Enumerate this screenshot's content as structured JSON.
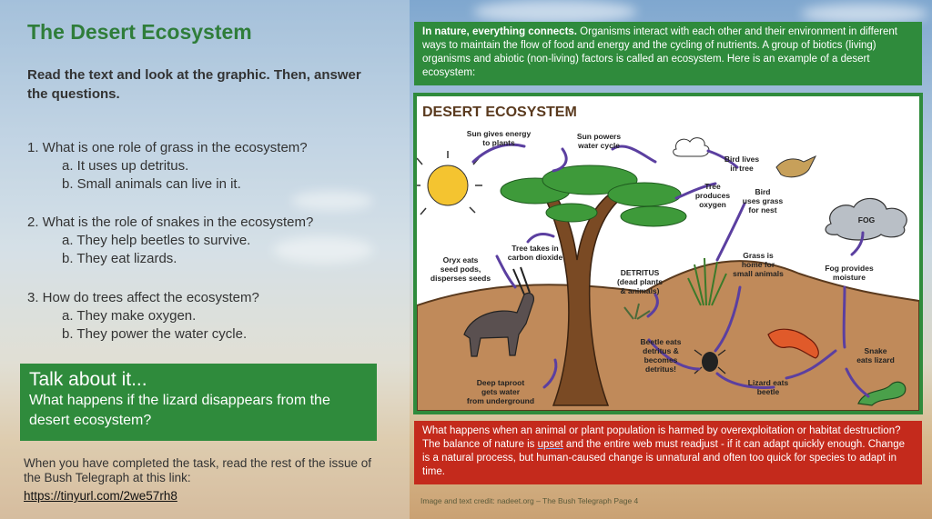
{
  "title": "The Desert Ecosystem",
  "instructions": "Read the text and look at the graphic. Then, answer the questions.",
  "questions": [
    {
      "q": "1. What is one role of grass in the ecosystem?",
      "a": "a. It uses up detritus.",
      "b": "b. Small animals can live in it."
    },
    {
      "q": "2. What is the role of snakes in the ecosystem?",
      "a": "a. They help beetles to survive.",
      "b": "b. They eat lizards."
    },
    {
      "q": "3. How do trees affect the ecosystem?",
      "a": "a. They make oxygen.",
      "b": "b. They power the water cycle."
    }
  ],
  "talk": {
    "heading": "Talk about it...",
    "body": "What happens if the lizard disappears from the desert ecosystem?"
  },
  "footer": {
    "text": "When you have completed the task, read the rest of the issue of the Bush Telegraph at this link:",
    "link": "https://tinyurl.com/2we57rh8"
  },
  "intro": {
    "lead": "In nature, everything connects.",
    "body": " Organisms interact with each other and their environment in different ways to maintain the flow of food and energy and the cycling of nutrients. A group of biotics (living) organisms and abiotic (non-living) factors is called an ecosystem. Here is an example of a desert ecosystem:"
  },
  "diagram": {
    "title": "DESERT ECOSYSTEM",
    "labels": {
      "sun_energy_1": "Sun gives energy",
      "sun_energy_2": "to plants",
      "sun_water_1": "Sun powers",
      "sun_water_2": "water cycle",
      "bird_tree_1": "Bird lives",
      "bird_tree_2": "in tree",
      "tree_oxygen_1": "Tree",
      "tree_oxygen_2": "produces",
      "tree_oxygen_3": "oxygen",
      "bird_grass_1": "Bird",
      "bird_grass_2": "uses grass",
      "bird_grass_3": "for nest",
      "fog": "FOG",
      "tree_co2_1": "Tree takes in",
      "tree_co2_2": "carbon dioxide",
      "oryx_1": "Oryx eats",
      "oryx_2": "seed pods,",
      "oryx_3": "disperses seeds",
      "detritus_1": "DETRITUS",
      "detritus_2": "(dead plants",
      "detritus_3": "& animals)",
      "grass_home_1": "Grass is",
      "grass_home_2": "home for",
      "grass_home_3": "small animals",
      "fog_moist_1": "Fog provides",
      "fog_moist_2": "moisture",
      "beetle_1": "Beetle eats",
      "beetle_2": "detritus &",
      "beetle_3": "becomes",
      "beetle_4": "detritus!",
      "snake_1": "Snake",
      "snake_2": "eats lizard",
      "taproot_1": "Deep taproot",
      "taproot_2": "gets water",
      "taproot_3": "from underground",
      "lizard_1": "Lizard eats",
      "lizard_2": "beetle"
    }
  },
  "warning": {
    "part1": "What happens when an animal or plant population is harmed by overexploitation or habitat destruction? The balance of nature is ",
    "highlight": "upset",
    "part2": " and the entire web must readjust - if it can adapt quickly enough. Change is a natural process, but human-caused change is unnatural and often too quick for species to adapt in time."
  },
  "credit": "Image and text credit: nadeet.org – The Bush Telegraph Page 4",
  "colors": {
    "green": "#2f8b3c",
    "title_green": "#2f7d3a",
    "red": "#c42a1c",
    "arrow_purple": "#5b3fa0"
  }
}
